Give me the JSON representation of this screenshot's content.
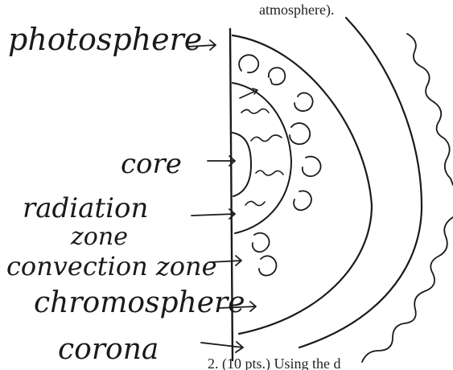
{
  "header_fragment": "atmosphere).",
  "footer_fragment": "2. (10 pts.) Using the d",
  "labels": {
    "photosphere": "photosphere",
    "core": "core",
    "radiation_zone_line1": "radiation",
    "radiation_zone_line2": "zone",
    "convection_zone": "convection zone",
    "chromosphere": "chromosphere",
    "corona": "corona"
  },
  "colors": {
    "ink": "#1a1a1a",
    "paper": "#ffffff"
  }
}
